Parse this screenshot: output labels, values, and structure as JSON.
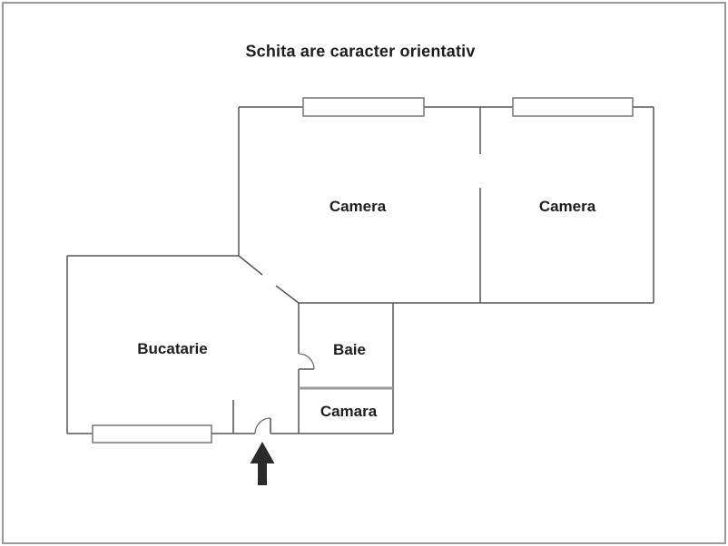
{
  "title": "Schita are caracter orientativ",
  "rooms": {
    "camera1": {
      "label": "Camera"
    },
    "camera2": {
      "label": "Camera"
    },
    "bucatarie": {
      "label": "Bucatarie"
    },
    "baie": {
      "label": "Baie"
    },
    "camara": {
      "label": "Camara"
    }
  },
  "icons": {
    "entrance_arrow": "up-arrow-entrance-marker"
  },
  "colors": {
    "wall": "#555555",
    "window": "#777777",
    "partition": "#9a9a9a",
    "door": "#6b6b6b",
    "arrow": "#2b2b2b",
    "text": "#1d1d1d",
    "frame": "#9a9a9a",
    "background": "#ffffff"
  }
}
